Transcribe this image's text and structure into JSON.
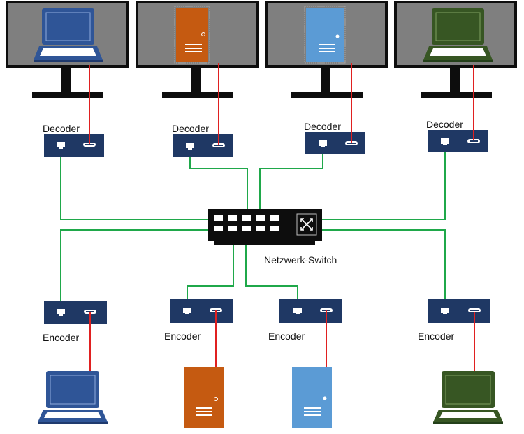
{
  "labels": {
    "decoder": "Decoder",
    "encoder": "Encoder",
    "switch": "Netzwerk-Switch"
  },
  "colors": {
    "screen": "#7f7f7f",
    "bezel": "#0d0d0d",
    "box": "#1f3864",
    "network_cable": "#1fa84a",
    "video_cable": "#e02020",
    "laptop_blue": "#2f5597",
    "pc_orange": "#c55a11",
    "pc_lightblue": "#5b9bd5",
    "laptop_green": "#375623"
  },
  "icons": [
    "laptop-icon",
    "pc-tower-icon",
    "network-switch-icon",
    "ethernet-port-icon",
    "hdmi-port-icon"
  ]
}
